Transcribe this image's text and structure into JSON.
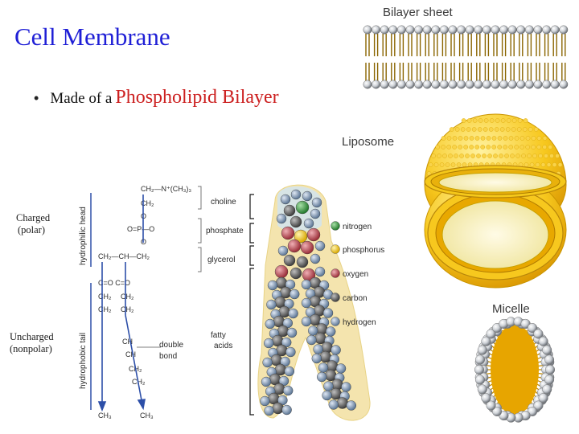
{
  "title": "Cell Membrane",
  "bullet": {
    "prefix": "Made of a",
    "highlight": "Phospholipid Bilayer"
  },
  "side_labels": {
    "charged_line1": "Charged",
    "charged_line2": "(polar)",
    "uncharged_line1": "Uncharged",
    "uncharged_line2": "(nonpolar)"
  },
  "structures": {
    "bilayer": "Bilayer sheet",
    "liposome": "Liposome",
    "micelle": "Micelle"
  },
  "molecule": {
    "head_axis": "hydrophilic head",
    "tail_axis": "hydrophobic tail",
    "choline_formula": "CH₂—N⁺(CH₃)₃",
    "ch2": "CH₂",
    "o": "O",
    "phosphate_group": "O=P—O",
    "glycerol_chain": "CH₂—CH—CH₂",
    "ester": "C=O C=O",
    "ch": "CH",
    "ch3": "CH₃",
    "groups": {
      "choline": "choline",
      "phosphate": "phosphate",
      "glycerol": "glycerol",
      "fatty_acids_line1": "fatty",
      "fatty_acids_line2": "acids",
      "double_bond_line1": "double",
      "double_bond_line2": "bond"
    }
  },
  "legend": [
    "nitrogen",
    "phosphorus",
    "oxygen",
    "carbon",
    "hydrogen"
  ],
  "colors": {
    "title": "#1f1fd6",
    "highlight": "#cc1f1f",
    "nitrogen": "#2f9a3a",
    "phosphorus": "#f0d23a",
    "oxygen": "#b84650",
    "carbon": "#6a6a6a",
    "hydrogen": "#5f7fa8",
    "lipid_yellow": "#f5c81a"
  }
}
